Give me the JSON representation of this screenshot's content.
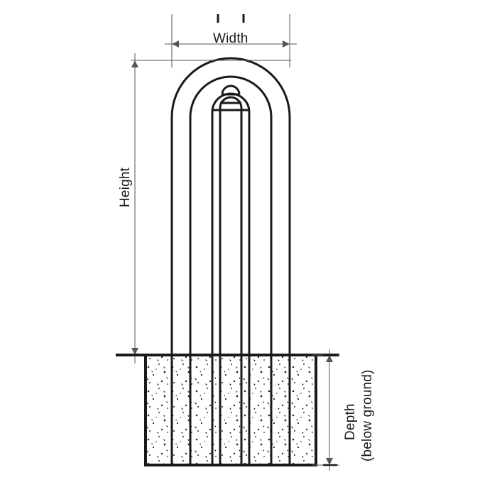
{
  "diagram": {
    "title_labels": {
      "width": "Width",
      "height": "Height",
      "depth_line1": "Depth",
      "depth_line2": "(below ground)"
    },
    "colors": {
      "line": "#1a1a1a",
      "dimension_line": "#555555",
      "fill_hatch": "#f2f2f2",
      "background": "#ffffff"
    },
    "elements": {
      "hoop_label": "u-shaped-bike-hoop",
      "ground_line_label": "ground-line",
      "footing_label": "concrete-footing"
    }
  }
}
